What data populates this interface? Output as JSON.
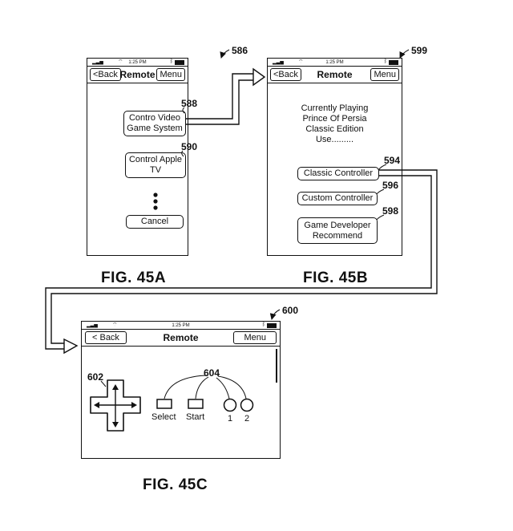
{
  "status_time": "1:25 PM",
  "nav": {
    "back_short": "<Back",
    "back_long": "< Back",
    "title": "Remote",
    "menu": "Menu"
  },
  "fig45a": {
    "ref_screen": "586",
    "caption": "FIG. 45A",
    "video_game_label": "Contro Video Game System",
    "video_game_ref": "588",
    "apple_tv_label": "Control Apple TV",
    "apple_tv_ref": "590",
    "cancel_label": "Cancel"
  },
  "fig45b": {
    "ref_screen": "599",
    "caption": "FIG. 45B",
    "info_lines": [
      "Currently Playing",
      "Prince Of Persia",
      "Classic Edition",
      "Use........."
    ],
    "classic_label": "Classic Controller",
    "classic_ref": "594",
    "custom_label": "Custom Controller",
    "custom_ref": "596",
    "developer_label": "Game Developer Recommend",
    "developer_ref": "598"
  },
  "fig45c": {
    "ref_screen": "600",
    "caption": "FIG. 45C",
    "dpad_ref": "602",
    "buttons_ref": "604",
    "select_label": "Select",
    "start_label": "Start",
    "button1_label": "1",
    "button2_label": "2"
  }
}
